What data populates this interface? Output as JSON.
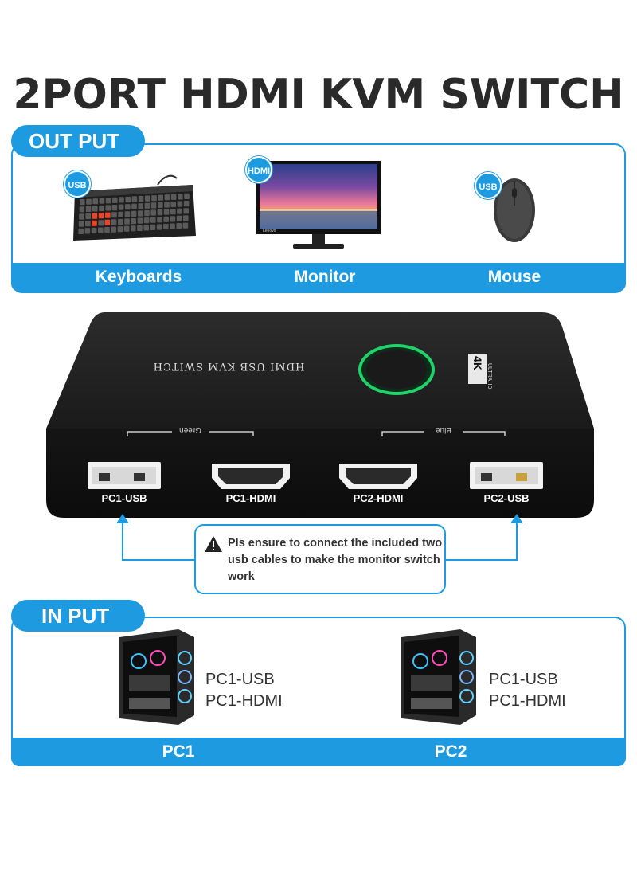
{
  "title": "2PORT HDMI KVM SWITCH",
  "output": {
    "tag": "OUT PUT",
    "items": [
      {
        "label": "Keyboards",
        "badge": "USB"
      },
      {
        "label": "Monitor",
        "badge": "HDMI"
      },
      {
        "label": "Mouse",
        "badge": "USB"
      }
    ],
    "monitor_brand": "Lenovo"
  },
  "device": {
    "top_label": "HDMI USB KVM SWITCH",
    "badge_4k": "4K",
    "badge_ultra": "ULTRAHD",
    "group_left": "Green",
    "group_right": "Blue",
    "ports": [
      "PC1-USB",
      "PC1-HDMI",
      "PC2-HDMI",
      "PC2-USB"
    ]
  },
  "note": {
    "text": "Pls ensure to connect the included two usb cables to make the monitor switch work"
  },
  "input": {
    "tag": "IN PUT",
    "pcs": [
      {
        "label": "PC1",
        "ports": [
          "PC1-USB",
          "PC1-HDMI"
        ]
      },
      {
        "label": "PC2",
        "ports": [
          "PC1-USB",
          "PC1-HDMI"
        ]
      }
    ]
  },
  "colors": {
    "accent": "#1e9be0",
    "device": "#1b1b1b",
    "led": "#1fd36a"
  }
}
